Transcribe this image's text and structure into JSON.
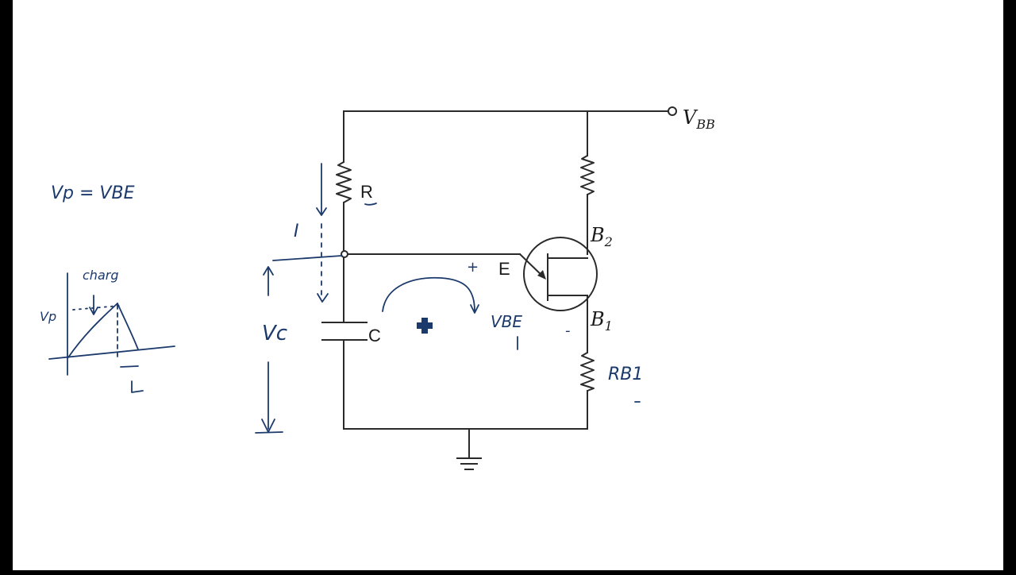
{
  "circuit": {
    "supply_label": {
      "main": "V",
      "sub": "BB"
    },
    "resistor_label": "R",
    "capacitor_label": "C",
    "emitter_label": "E",
    "base2_label": {
      "main": "B",
      "sub": "2"
    },
    "base1_label": {
      "main": "B",
      "sub": "1"
    }
  },
  "annotations": {
    "vp_equation": "Vp = VBE",
    "charge_label": "charg",
    "current_label": "I",
    "vc_label": "Vc",
    "vbe_label": "VBE",
    "rb1_label": "RB1",
    "plus_sign": "+",
    "minus_sign": "-",
    "graph_y_label": "Vp",
    "cursor_icon": "plus-cursor",
    "ink_color": "#1b3a6b"
  }
}
